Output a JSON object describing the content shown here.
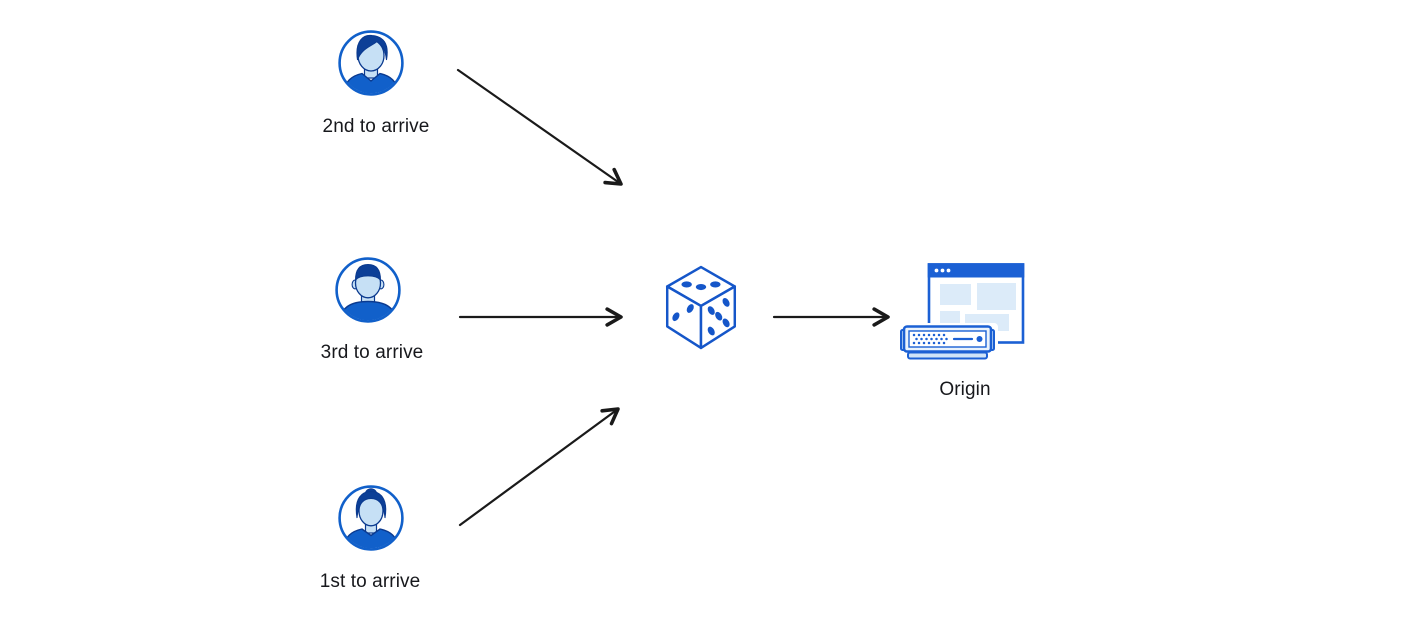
{
  "diagram": {
    "nodes": {
      "second_visitor": {
        "label": "2nd to arrive",
        "icon": "man-avatar"
      },
      "third_visitor": {
        "label": "3rd to arrive",
        "icon": "man-flattop-avatar"
      },
      "first_visitor": {
        "label": "1st to arrive",
        "icon": "woman-avatar"
      },
      "random_selector": {
        "icon": "dice",
        "pips_visible": [
          3,
          2,
          5
        ]
      },
      "origin": {
        "label": "Origin",
        "icon": "origin-browser-server"
      }
    },
    "edges": [
      {
        "from": "second_visitor",
        "to": "random_selector"
      },
      {
        "from": "third_visitor",
        "to": "random_selector"
      },
      {
        "from": "first_visitor",
        "to": "random_selector"
      },
      {
        "from": "random_selector",
        "to": "origin"
      }
    ],
    "colors": {
      "brand_blue": "#1556c9",
      "avatar_ring_blue": "#1160ca",
      "titlebar_blue": "#1b60d4",
      "dark_navy": "#0b3a8f",
      "hair_navy": "#0c3f97",
      "face_light_blue": "#c6e0f5",
      "pale_block_blue": "#dcebf9",
      "server_light_blue": "#cfe4f8",
      "arrow_black": "#1a1a1a",
      "label_text": "#17181c",
      "background": "#ffffff"
    }
  }
}
